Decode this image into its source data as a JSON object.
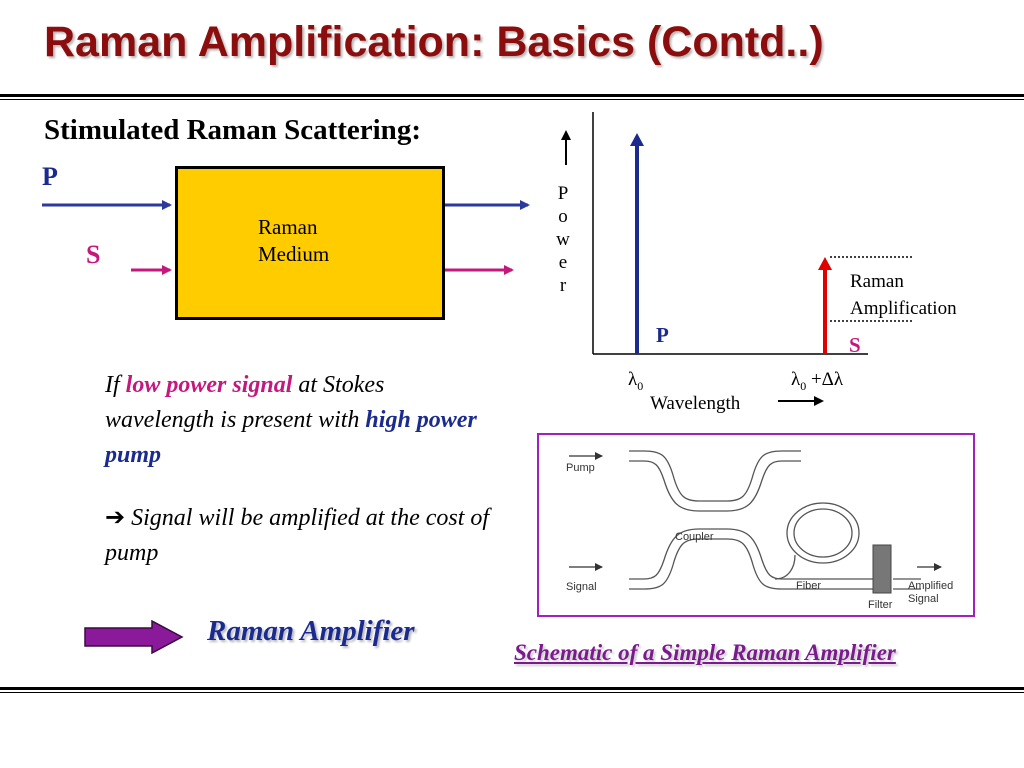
{
  "title": "Raman Amplification: Basics (Contd..)",
  "subtitle": "Stimulated Raman Scattering:",
  "left_diagram": {
    "pump_label": "P",
    "signal_label": "S",
    "medium_label_line1": "Raman",
    "medium_label_line2": "Medium",
    "colors": {
      "pump": "#2b3a9b",
      "signal": "#c4187e",
      "medium": "#ffcc00"
    }
  },
  "text": {
    "para1_a": "If ",
    "para1_b": "low power signal",
    "para1_c": " at Stokes wavelength is present with ",
    "para1_d": "high power pump",
    "para2_arrow": "➔",
    "para2_text": " Signal will be amplified at the cost of pump"
  },
  "raman_amplifier_label": "Raman Amplifier",
  "spectrum": {
    "power_letters": [
      "P",
      "o",
      "w",
      "e",
      "r"
    ],
    "pump_label": "P",
    "signal_label": "S",
    "annotation_line1": "Raman",
    "annotation_line2": "Amplification",
    "x_label": "Wavelength",
    "tick_lambda0": "λ",
    "tick_lambda0_sub": "0",
    "tick_lambda1": "λ",
    "tick_lambda1_sub": "0",
    "tick_lambda1_rest": " +Δλ",
    "colors": {
      "pump": "#1b2a8e",
      "signal": "#e00000"
    }
  },
  "schematic": {
    "pump": "Pump",
    "coupler": "Coupler",
    "signal": "Signal",
    "fiber": "Fiber",
    "filter": "Filter",
    "amplified_line1": "Amplified",
    "amplified_line2": "Signal"
  },
  "caption": "Schematic of a Simple Raman Amplifier"
}
